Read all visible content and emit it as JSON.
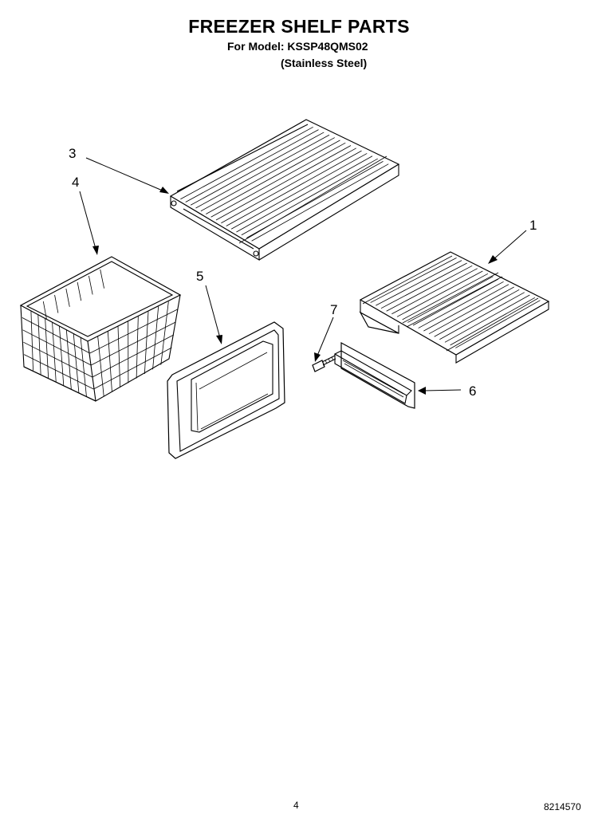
{
  "header": {
    "title": "FREEZER SHELF PARTS",
    "model_line": "For Model: KSSP48QMS02",
    "variant_line": "(Stainless Steel)"
  },
  "callouts": {
    "c1": "1",
    "c3": "3",
    "c4": "4",
    "c5": "5",
    "c6": "6",
    "c7": "7"
  },
  "footer": {
    "page_number": "4",
    "doc_number": "8214570"
  }
}
